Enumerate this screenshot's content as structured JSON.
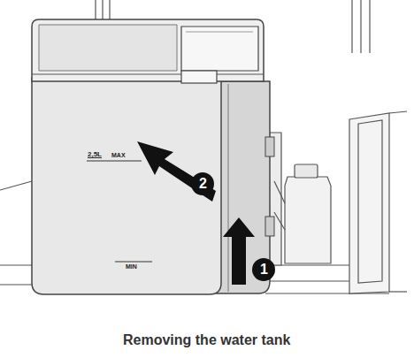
{
  "diagram": {
    "caption": "Removing the water tank",
    "labels": [
      "2,5L",
      "MAX",
      "MIN",
      "1",
      "2"
    ]
  }
}
